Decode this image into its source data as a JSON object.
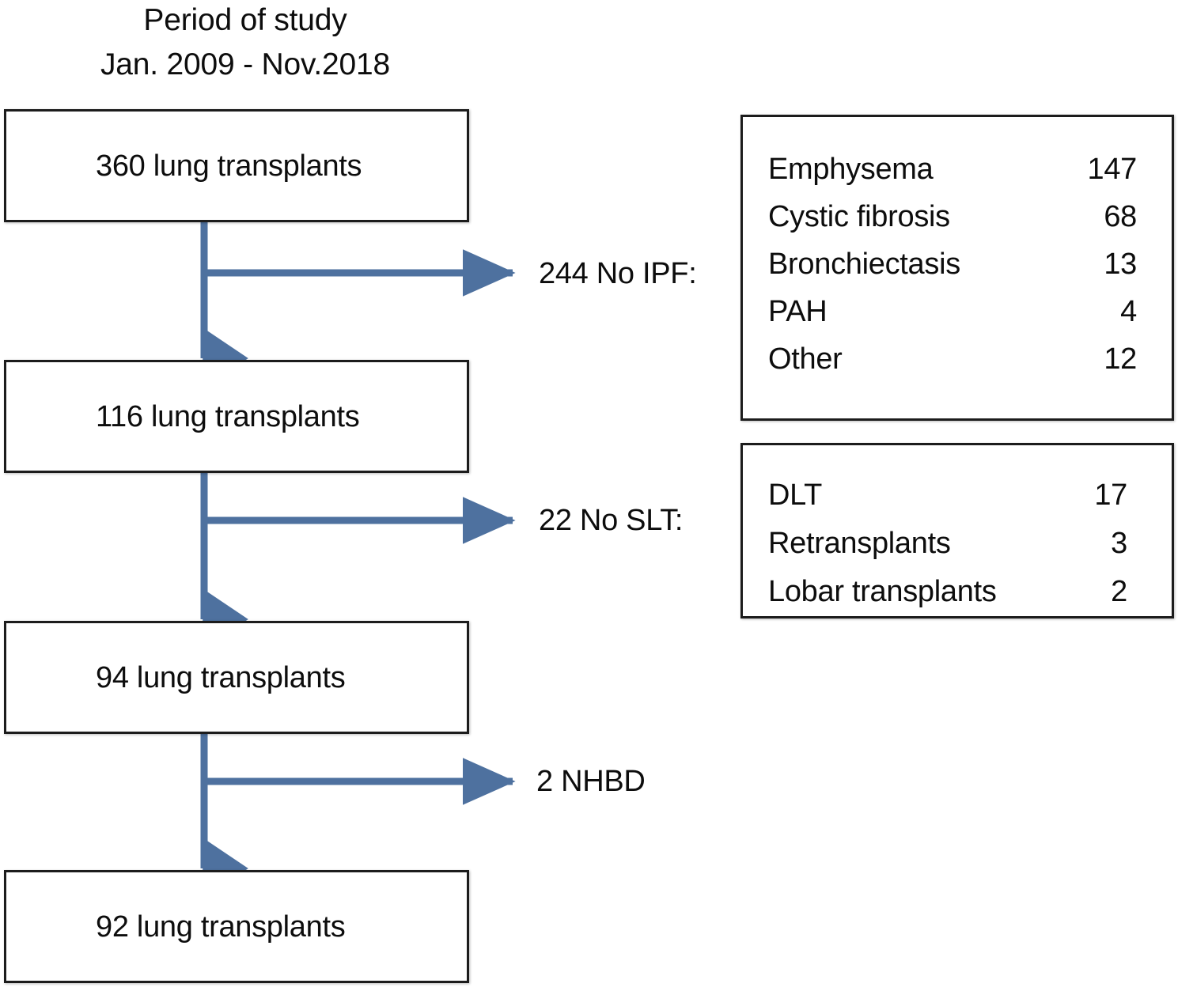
{
  "header": {
    "line1": "Period of study",
    "line2": "Jan. 2009 - Nov.2018"
  },
  "colors": {
    "arrow": "#4e719f",
    "box_border": "#1c1c1c",
    "background": "#ffffff",
    "text": "#0d0d0d"
  },
  "flow": {
    "boxes": [
      {
        "id": "box-360",
        "label": "360 lung transplants",
        "count": 360
      },
      {
        "id": "box-116",
        "label": "116 lung transplants",
        "count": 116
      },
      {
        "id": "box-94",
        "label": "94 lung transplants",
        "count": 94
      },
      {
        "id": "box-92",
        "label": "92 lung transplants",
        "count": 92
      }
    ],
    "branches": [
      {
        "id": "label-noipf",
        "label": "244 No IPF:",
        "count": 244
      },
      {
        "id": "label-noslt",
        "label": "22 No SLT:",
        "count": 22
      },
      {
        "id": "label-nhbd",
        "label": "2 NHBD",
        "count": 2
      }
    ]
  },
  "detail_tables": [
    {
      "id": "detail-causes",
      "rows": [
        {
          "name": "Emphysema",
          "value": "147"
        },
        {
          "name": "Cystic fibrosis",
          "value": "68"
        },
        {
          "name": "Bronchiectasis",
          "value": "13"
        },
        {
          "name": "PAH",
          "value": "4"
        },
        {
          "name": "Other",
          "value": "12"
        }
      ]
    },
    {
      "id": "detail-excluded",
      "rows": [
        {
          "name": "DLT",
          "value": "17"
        },
        {
          "name": "Retransplants",
          "value": "3"
        },
        {
          "name": "Lobar transplants",
          "value": "2"
        }
      ]
    }
  ],
  "chart_data": {
    "type": "table",
    "title": "Period of study Jan. 2009 - Nov.2018",
    "flow_stages": [
      {
        "stage": "Total lung transplants",
        "n": 360
      },
      {
        "stage": "After excluding 244 No IPF",
        "n": 116
      },
      {
        "stage": "After excluding 22 No SLT",
        "n": 94
      },
      {
        "stage": "After excluding 2 NHBD",
        "n": 92
      }
    ],
    "exclusions": [
      {
        "step": "244 No IPF:",
        "total": 244,
        "breakdown": [
          {
            "label": "Emphysema",
            "value": 147
          },
          {
            "label": "Cystic fibrosis",
            "value": 68
          },
          {
            "label": "Bronchiectasis",
            "value": 13
          },
          {
            "label": "PAH",
            "value": 4
          },
          {
            "label": "Other",
            "value": 12
          }
        ]
      },
      {
        "step": "22 No SLT:",
        "total": 22,
        "breakdown": [
          {
            "label": "DLT",
            "value": 17
          },
          {
            "label": "Retransplants",
            "value": 3
          },
          {
            "label": "Lobar transplants",
            "value": 2
          }
        ]
      },
      {
        "step": "2 NHBD",
        "total": 2,
        "breakdown": []
      }
    ]
  }
}
